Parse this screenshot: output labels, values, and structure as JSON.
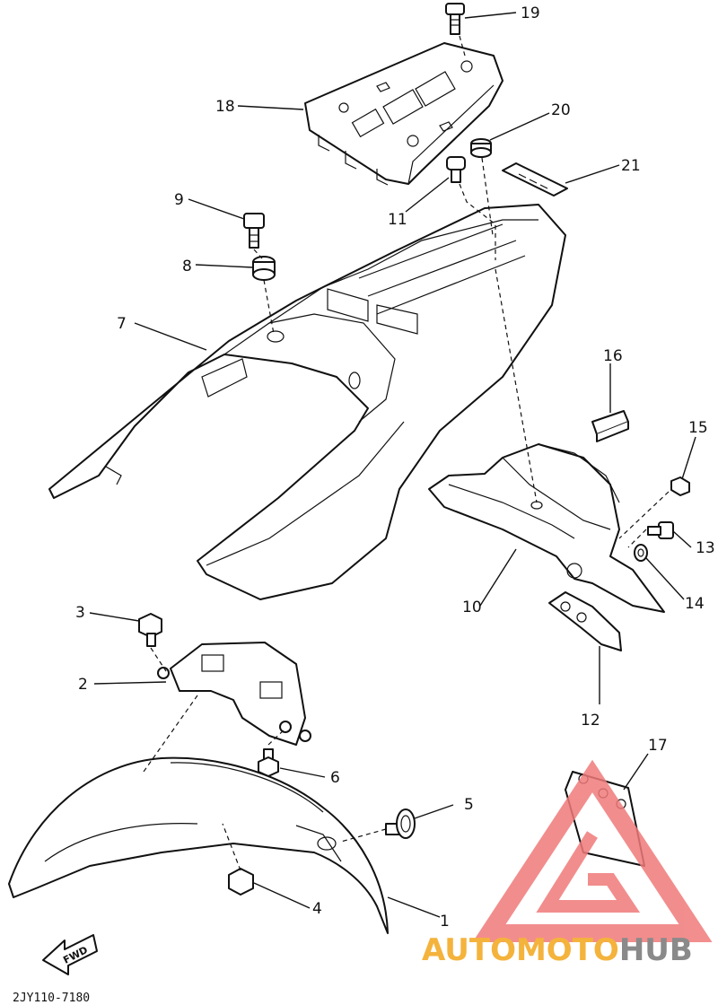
{
  "labels": {
    "p1": "1",
    "p2": "2",
    "p3": "3",
    "p4": "4",
    "p5": "5",
    "p6": "6",
    "p7": "7",
    "p8": "8",
    "p9": "9",
    "p10": "10",
    "p11": "11",
    "p12": "12",
    "p13": "13",
    "p14": "14",
    "p15": "15",
    "p16": "16",
    "p17": "17",
    "p18": "18",
    "p19": "19",
    "p20": "20",
    "p21": "21"
  },
  "fwd_arrow": "FWD",
  "drawing_code": "2JY110-7180",
  "watermark": {
    "part1": "AUTOMOTO",
    "part2": "HUB",
    "color_accent": "#f4b33c",
    "color_gray": "#8a8a8a",
    "logo_color": "#f07a7a"
  }
}
